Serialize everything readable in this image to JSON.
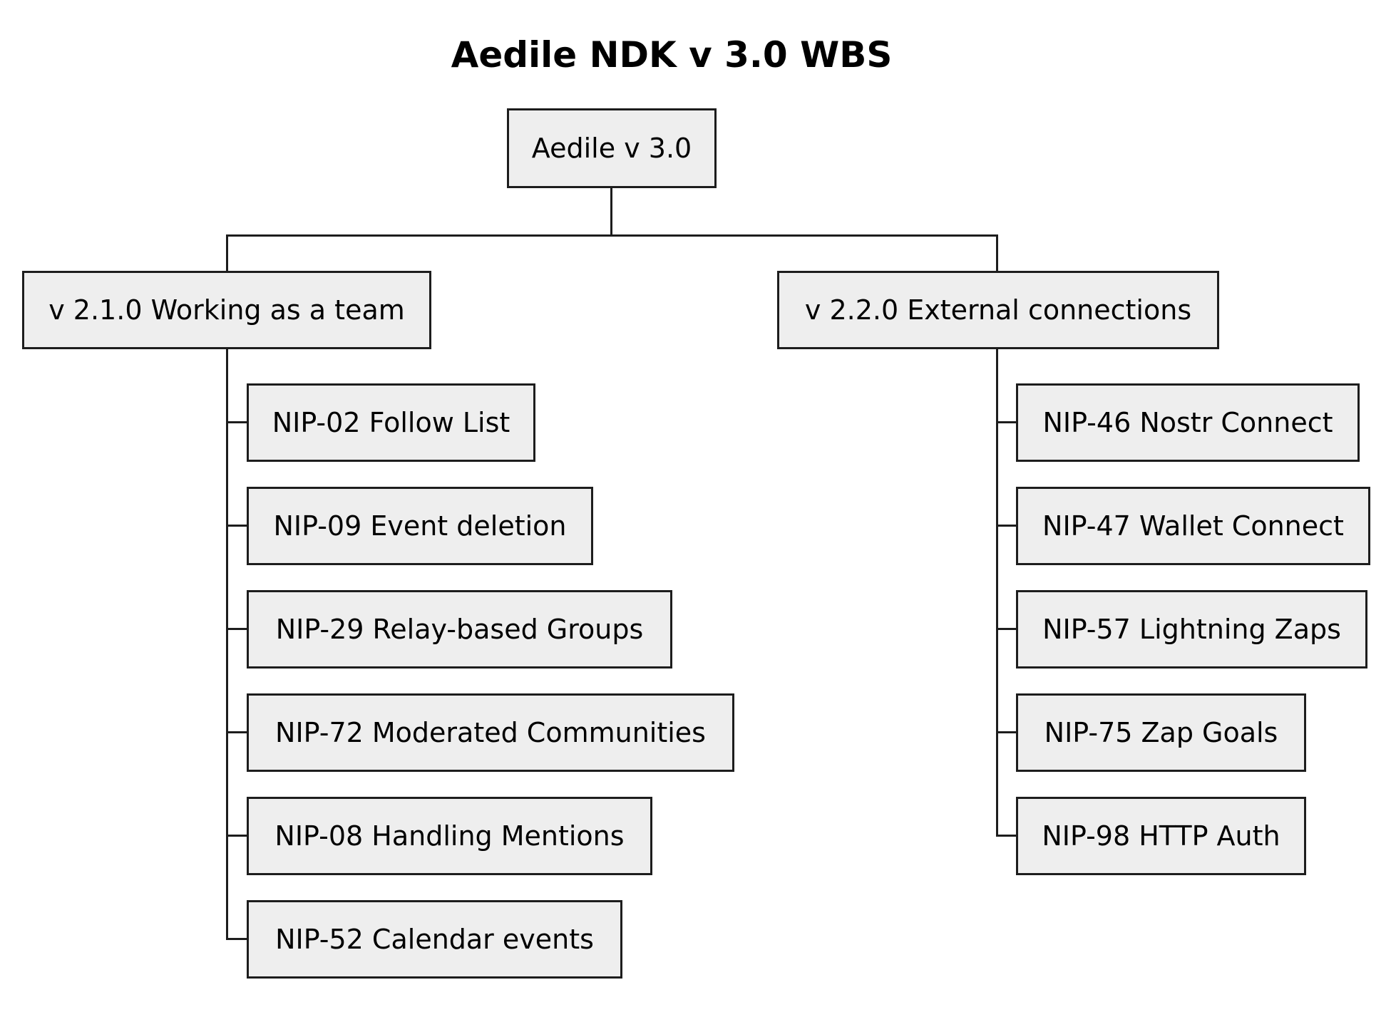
{
  "title": "Aedile NDK v 3.0 WBS",
  "colors": {
    "background": "#ffffff",
    "node_fill": "#eeeeee",
    "node_border": "#1d1d1d",
    "connector_line": "#1d1d1d",
    "text": "#000000"
  },
  "root": {
    "label": "Aedile v 3.0"
  },
  "branches": [
    {
      "label": "v 2.1.0 Working as a team",
      "children": [
        {
          "label": "NIP-02 Follow List"
        },
        {
          "label": "NIP-09 Event deletion"
        },
        {
          "label": "NIP-29 Relay-based Groups"
        },
        {
          "label": "NIP-72 Moderated Communities"
        },
        {
          "label": "NIP-08 Handling Mentions"
        },
        {
          "label": "NIP-52 Calendar events"
        }
      ]
    },
    {
      "label": "v 2.2.0 External connections",
      "children": [
        {
          "label": "NIP-46 Nostr Connect"
        },
        {
          "label": "NIP-47 Wallet Connect"
        },
        {
          "label": "NIP-57 Lightning Zaps"
        },
        {
          "label": "NIP-75 Zap Goals"
        },
        {
          "label": "NIP-98 HTTP Auth"
        }
      ]
    }
  ]
}
